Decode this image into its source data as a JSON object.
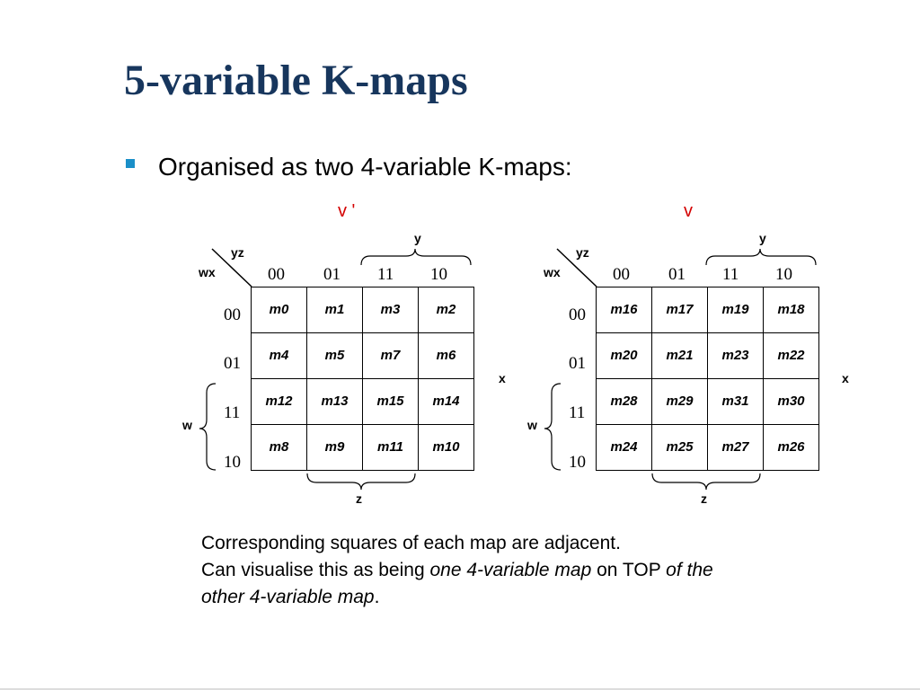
{
  "title": "5-variable K-maps",
  "bullet": "Organised as two 4-variable K-maps:",
  "maps": [
    {
      "var_label": "v '",
      "corner_top": "yz",
      "corner_left": "wx",
      "col_headers": [
        "00",
        "01",
        "11",
        "10"
      ],
      "row_headers": [
        "00",
        "01",
        "11",
        "10"
      ],
      "label_y": "y",
      "label_x": "x",
      "label_w": "w",
      "label_z": "z",
      "cells": [
        [
          "m0",
          "m1",
          "m3",
          "m2"
        ],
        [
          "m4",
          "m5",
          "m7",
          "m6"
        ],
        [
          "m12",
          "m13",
          "m15",
          "m14"
        ],
        [
          "m8",
          "m9",
          "m11",
          "m10"
        ]
      ]
    },
    {
      "var_label": "v",
      "corner_top": "yz",
      "corner_left": "wx",
      "col_headers": [
        "00",
        "01",
        "11",
        "10"
      ],
      "row_headers": [
        "00",
        "01",
        "11",
        "10"
      ],
      "label_y": "y",
      "label_x": "x",
      "label_w": "w",
      "label_z": "z",
      "cells": [
        [
          "m16",
          "m17",
          "m19",
          "m18"
        ],
        [
          "m20",
          "m21",
          "m23",
          "m22"
        ],
        [
          "m28",
          "m29",
          "m31",
          "m30"
        ],
        [
          "m24",
          "m25",
          "m27",
          "m26"
        ]
      ]
    }
  ],
  "note": {
    "line1": "Corresponding squares of each map are adjacent.",
    "line2_a": "Can visualise this as being ",
    "line2_b": "one 4-variable map",
    "line2_c": " on TOP ",
    "line2_d": "of the",
    "line3_a": "other 4-variable map",
    "line3_b": "."
  },
  "colors": {
    "title": "#17365d",
    "bullet": "#1a8fc8",
    "var_label": "#d40000"
  }
}
